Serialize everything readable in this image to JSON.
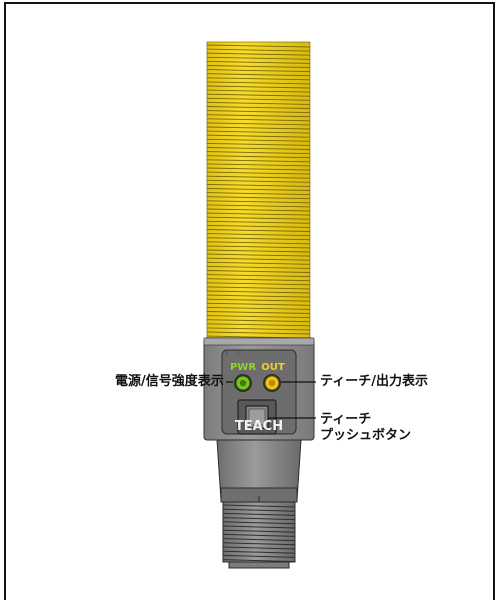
{
  "sensor": {
    "led_green_label": "PWR",
    "led_yellow_label": "OUT",
    "teach_label": "TEACH"
  },
  "callouts": {
    "power_signal": "電源/信号強度表示",
    "teach_output": "ティーチ/出力表示",
    "teach_button_line1": "ティーチ",
    "teach_button_line2": "プッシュボタン"
  },
  "colors": {
    "thread_yellow": "#f2d21a",
    "body_gray": "#8e8e8e",
    "led_green": "#79c51c",
    "led_yellow": "#f0c419"
  }
}
